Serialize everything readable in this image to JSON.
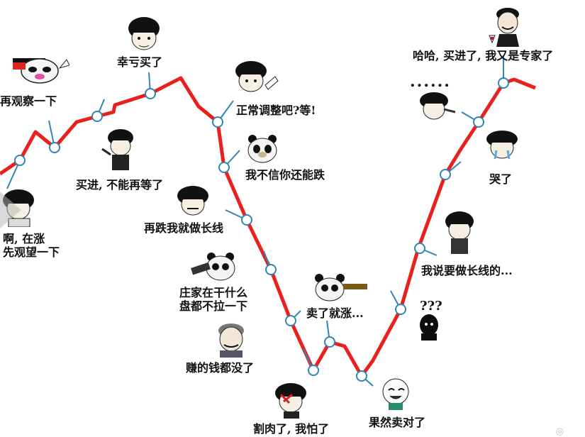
{
  "colors": {
    "line": "#e8201e",
    "marker_stroke": "#2f86b4",
    "marker_fill": "#ffffff",
    "text": "#111111"
  },
  "labels": {
    "l1": "再观察一下",
    "l2": "幸亏买了",
    "l3": "正常调整吧?等!",
    "l4": "买进, 不能再等了",
    "l5": "我不信你还能跌",
    "l6": "啊, 在涨\n先观望一下",
    "l7": "再跌我就做长线",
    "l8": "庄家在干什么\n盘都不拉一下",
    "l9": "卖了就涨...",
    "l10": "赚的钱都没了",
    "l11": "割肉了, 我怕了",
    "l12": "果然卖对了",
    "l13": "???",
    "l14": "我说要做长线的...",
    "l15": "哭了",
    "l16": "哈哈, 买进了, 我又是专家了",
    "l17": "......"
  },
  "icons": [
    "panda-face-icon",
    "mushroom-head-icon",
    "crying-face-icon",
    "shadow-figure-icon",
    "suit-man-icon",
    "old-man-icon",
    "wine-glass-icon"
  ]
}
